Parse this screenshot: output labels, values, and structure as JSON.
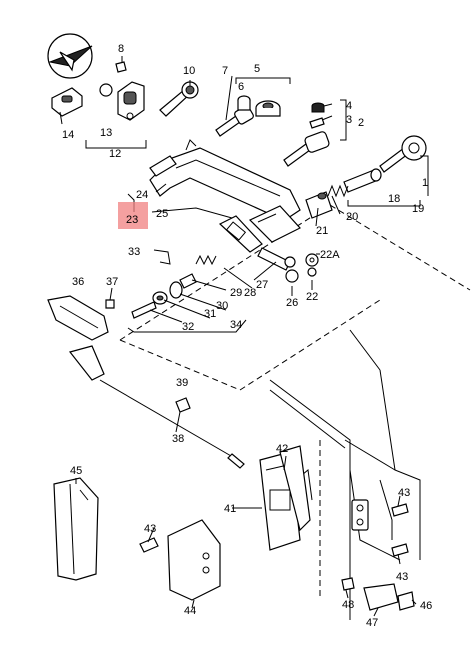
{
  "labels": {
    "l1": "1",
    "l2": "2",
    "l3": "3",
    "l4": "4",
    "l5": "5",
    "l6": "6",
    "l7": "7",
    "l8": "8",
    "l10": "10",
    "l12": "12",
    "l13": "13",
    "l14": "14",
    "l18": "18",
    "l19": "19",
    "l20": "20",
    "l21": "21",
    "l22": "22",
    "l22a": "22A",
    "l23": "23",
    "l24": "24",
    "l25": "25",
    "l26": "26",
    "l27": "27",
    "l28": "28",
    "l29": "29",
    "l30": "30",
    "l31": "31",
    "l32": "32",
    "l33": "33",
    "l34": "34",
    "l36": "36",
    "l37": "37",
    "l38": "38",
    "l39": "39",
    "l41": "41",
    "l42": "42",
    "l43a": "43",
    "l43b": "43",
    "l43c": "43",
    "l44": "44",
    "l45": "45",
    "l46": "46",
    "l47": "47",
    "l48": "48"
  },
  "highlight": {
    "part": "23",
    "color": "#f08080"
  }
}
